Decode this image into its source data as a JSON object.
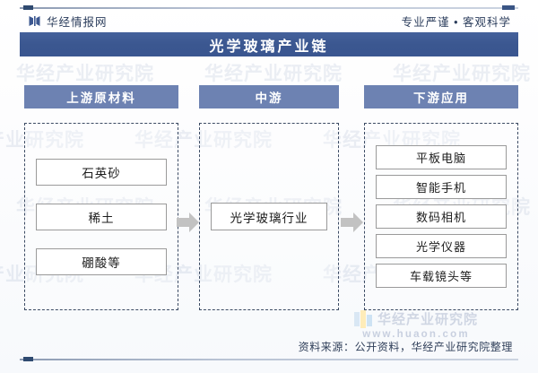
{
  "header": {
    "brand_icon": "bowtie-logo-icon",
    "brand": "华经情报网",
    "tagline": "专业严谨 • 客观科学"
  },
  "title": "光学玻璃产业链",
  "columns": [
    {
      "key": "upstream",
      "head": "上游原材料",
      "items": [
        "石英砂",
        "稀土",
        "硼酸等"
      ]
    },
    {
      "key": "midstream",
      "head": "中游",
      "items": [
        "光学玻璃行业"
      ]
    },
    {
      "key": "downstream",
      "head": "下游应用",
      "items": [
        "平板电脑",
        "智能手机",
        "数码相机",
        "光学仪器",
        "车载镜头等"
      ]
    }
  ],
  "arrows": {
    "left_icon": "arrow-right-icon",
    "right_icon": "arrow-right-icon"
  },
  "watermark": {
    "tile_text": "华经产业研究院",
    "footer_title": "华经产业研究院",
    "footer_url": "www.huaon.com",
    "footer_logo_icon": "huaon-logo-icon"
  },
  "footer": {
    "source": "资料来源：公开资料，华经产业研究院整理"
  },
  "colors": {
    "title_bar": "#3b5790",
    "column_head": "#6d82b2",
    "node_border": "#9a9a9a",
    "dashed_border": "#3b4a63",
    "arrow": "#bfbfbf",
    "text_dark": "#1d1d1d",
    "brand_text": "#2b3d5c"
  }
}
